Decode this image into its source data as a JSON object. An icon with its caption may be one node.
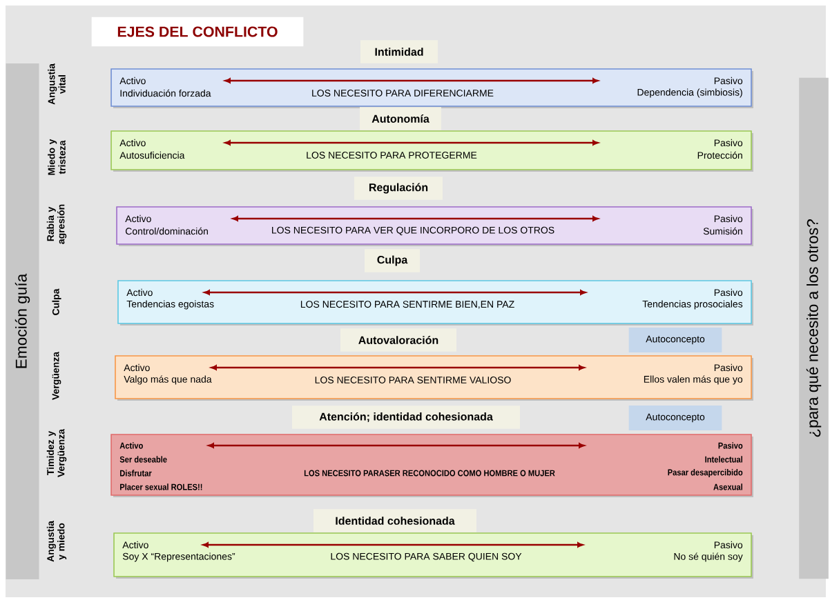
{
  "diagram": {
    "title": "EJES DEL CONFLICTO",
    "nodes": [
      {
        "text": [
          "Emoción guía"
        ]
      },
      {
        "text": [
          "Intimidad"
        ]
      },
      {
        "text": [
          "Activo",
          "Individuación forzada",
          "LOS NECESITO PARA DIFERENCIARME",
          "Pasivo",
          "Dependencia (simbiosis)"
        ]
      },
      {
        "text": [
          "Autonomía"
        ]
      },
      {
        "text": [
          "Activo",
          "Autosuficiencia",
          "LOS NECESITO PARA PROTEGERME",
          "Pasivo",
          "Protección"
        ]
      },
      {
        "text": [
          "Regulación"
        ]
      },
      {
        "text": [
          "Activo",
          "Control/dominación",
          "LOS NECESITO PARA VER QUE INCORPORO DE LOS OTROS",
          "Pasivo",
          "Sumisión"
        ]
      },
      {
        "text": [
          "Culpa"
        ]
      },
      {
        "text": [
          "Activo",
          "Tendencias egoistas",
          "LOS NECESITO PARA SENTIRME BIEN,EN PAZ",
          "Pasivo",
          "Tendencias prosociales"
        ]
      },
      {
        "text": [
          "Autovaloración"
        ]
      },
      {
        "text": [
          "Autoconcepto"
        ]
      },
      {
        "text": [
          "Activo",
          "Valgo más que nada",
          "LOS NECESITO PARA SENTIRME VALIOSO",
          "Pasivo",
          "Ellos valen más que yo"
        ]
      },
      {
        "text": [
          "Atención; identidad cohesionada"
        ]
      },
      {
        "text": [
          "Autoconcepto"
        ]
      },
      {
        "text": [
          "Activo",
          "Ser deseable",
          "Disfrutar",
          "Placer sexual ROLES!!",
          "LOS NECESITO PARASER RECONOCIDO COMO HOMBRE O MUJER",
          "Pasivo",
          "Intelectual",
          "Pasar desapercibido",
          "Asexual"
        ]
      },
      {
        "text": [
          "Identidad cohesionada"
        ]
      },
      {
        "text": [
          "Activo",
          "Soy X “Representaciones”",
          "LOS NECESITO PARA SABER QUIEN SOY",
          "Pasivo",
          "No sé quién soy"
        ]
      },
      {
        "text": [
          "¿para qué necesito a los otros?"
        ]
      }
    ],
    "labels": [
      "Angustia vital",
      "Miedo y tristeza",
      "Rabia y agresión",
      "Culpa",
      "Vergüenza",
      "Timidez y Vergüenza",
      "Angustia y miedo"
    ]
  }
}
